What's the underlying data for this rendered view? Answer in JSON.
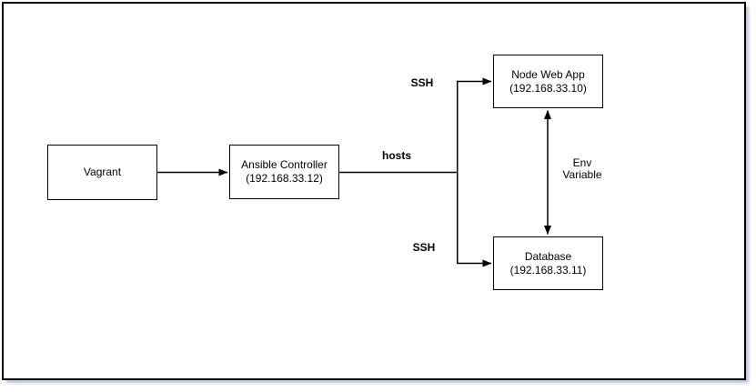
{
  "diagram": {
    "nodes": {
      "vagrant": {
        "name": "Vagrant",
        "ip": ""
      },
      "ansible_controller": {
        "name": "Ansible Controller",
        "ip": "(192.168.33.12)"
      },
      "node_web_app": {
        "name": "Node Web App",
        "ip": "(192.168.33.10)"
      },
      "database": {
        "name": "Database",
        "ip": "(192.168.33.11)"
      }
    },
    "edge_labels": {
      "hosts": "hosts",
      "ssh_top": "SSH",
      "ssh_bottom": "SSH",
      "env_line1": "Env",
      "env_line2": "Variable"
    },
    "colors": {
      "stroke": "#000000",
      "node_fill": "#ffffff",
      "canvas_background": "#ffffff",
      "frame_border": "#000000",
      "frame_shadow": "#bfc3da"
    }
  }
}
